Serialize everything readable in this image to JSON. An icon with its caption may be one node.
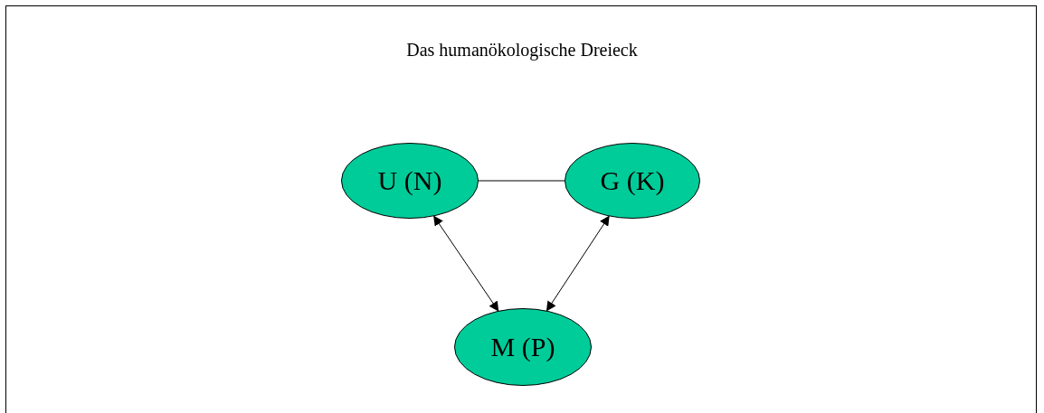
{
  "diagram": {
    "title": "Das humanökologische Dreieck",
    "nodes": [
      {
        "text": [
          "U (N)"
        ]
      },
      {
        "text": [
          "G (K)"
        ]
      },
      {
        "text": [
          "M (P)"
        ]
      }
    ],
    "edges": [
      {
        "from": 0,
        "to": 1,
        "arrow": "none"
      },
      {
        "from": 0,
        "to": 2,
        "arrow": "both"
      },
      {
        "from": 1,
        "to": 2,
        "arrow": "both"
      }
    ]
  }
}
